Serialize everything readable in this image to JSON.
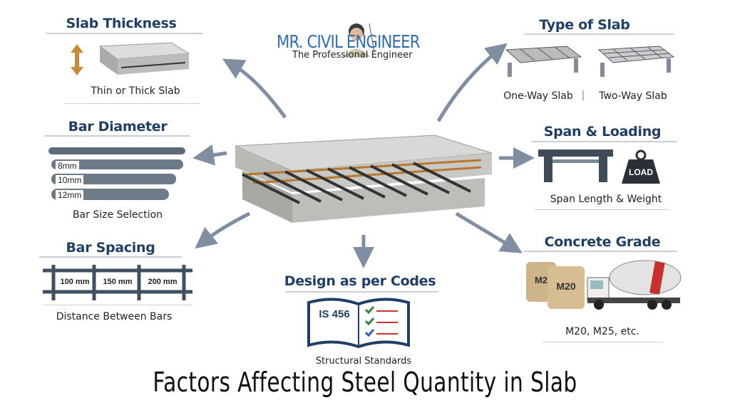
{
  "logo": {
    "name": "MR. CIVIL ENGINEER",
    "tagline": "The Professional Engineer"
  },
  "sections": {
    "slab_thickness": {
      "heading": "Slab Thickness",
      "caption": "Thin or Thick Slab"
    },
    "bar_diameter": {
      "heading": "Bar Diameter",
      "caption": "Bar Size Selection",
      "sizes": [
        "8mm",
        "10mm",
        "12mm"
      ]
    },
    "bar_spacing": {
      "heading": "Bar Spacing",
      "caption": "Distance Between Bars",
      "spacings": [
        "100 mm",
        "150 mm",
        "200 mm"
      ]
    },
    "type_of_slab": {
      "heading": "Type of Slab",
      "one_way": "One-Way Slab",
      "separator": "|",
      "two_way": "Two-Way Slab"
    },
    "span_loading": {
      "heading": "Span & Loading",
      "caption": "Span Length & Weight",
      "weight_label": "LOAD"
    },
    "concrete_grade": {
      "heading": "Concrete Grade",
      "caption": "M20, M25, etc.",
      "bag1": "M2",
      "bag2": "M20"
    },
    "design_codes": {
      "heading": "Design as per Codes",
      "caption": "Structural Standards",
      "book_label": "IS 456"
    }
  },
  "title": "Factors Affecting Steel Quantity in Slab",
  "colors": {
    "heading": "#1f3f66",
    "arrow": "#7f8ea0",
    "logo": "#2f6db5"
  }
}
